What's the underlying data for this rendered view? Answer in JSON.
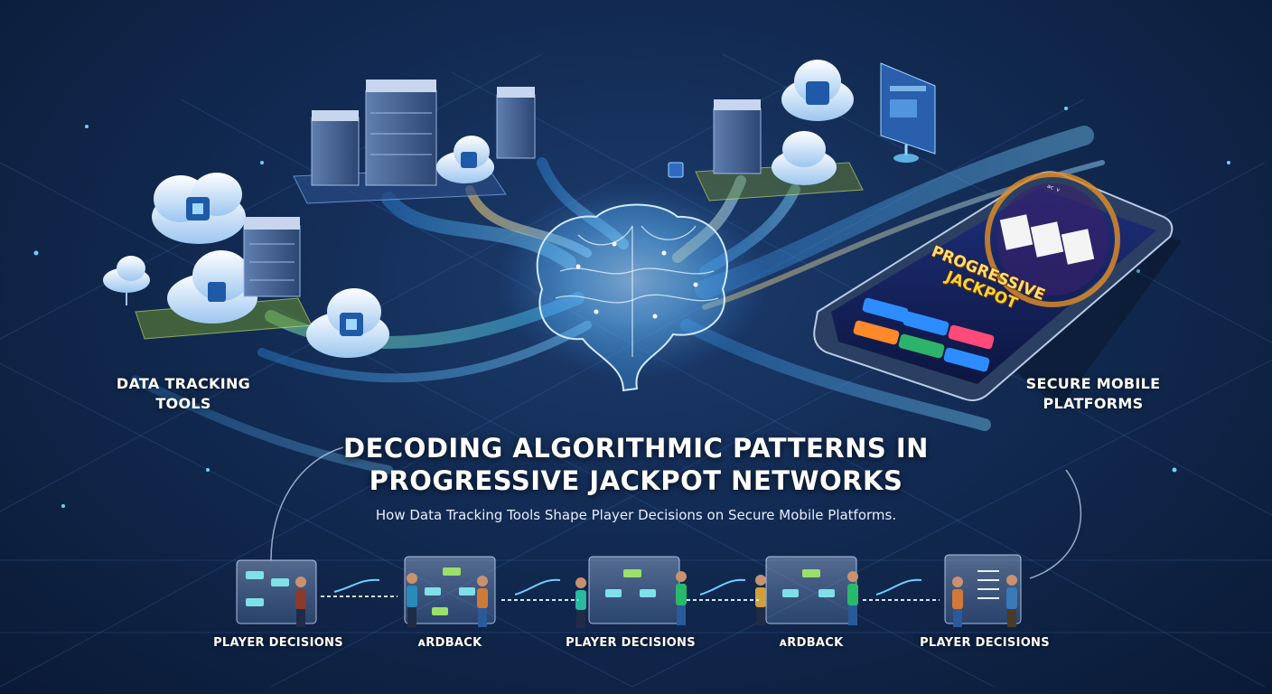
{
  "labels": {
    "data_tracking": [
      "DATA TRACKING",
      "TOOLS"
    ],
    "secure_mobile": [
      "SECURE MOBILE",
      "PLATFORMS"
    ]
  },
  "title": {
    "line1": "DECODING ALGORITHMIC PATTERNS IN",
    "line2": "PROGRESSIVE JACKPOT NETWORKS",
    "subtitle": "How Data Tracking Tools Shape Player Decisions on Secure Mobile Platforms."
  },
  "phone": {
    "status": "ᵃᶜ ᵛ",
    "game_title_1": "PROGRESSIVE",
    "game_title_2": "JACKPOT"
  },
  "steps": [
    {
      "label": "PLAYER DECISIONS"
    },
    {
      "label": "ᴀRDBACK"
    },
    {
      "label": "PLAYER DECISIONS"
    },
    {
      "label": "ᴀRDBACK"
    },
    {
      "label": "PLAYER DECISIONS"
    }
  ],
  "colors": {
    "background": "#122a52",
    "stream_blue": "#4fb6ff",
    "stream_gold": "#e8c36a",
    "stream_green": "#6fe0a0",
    "brain_glow": "#9fd8ff",
    "jackpot_yellow": "#ffd42a"
  }
}
